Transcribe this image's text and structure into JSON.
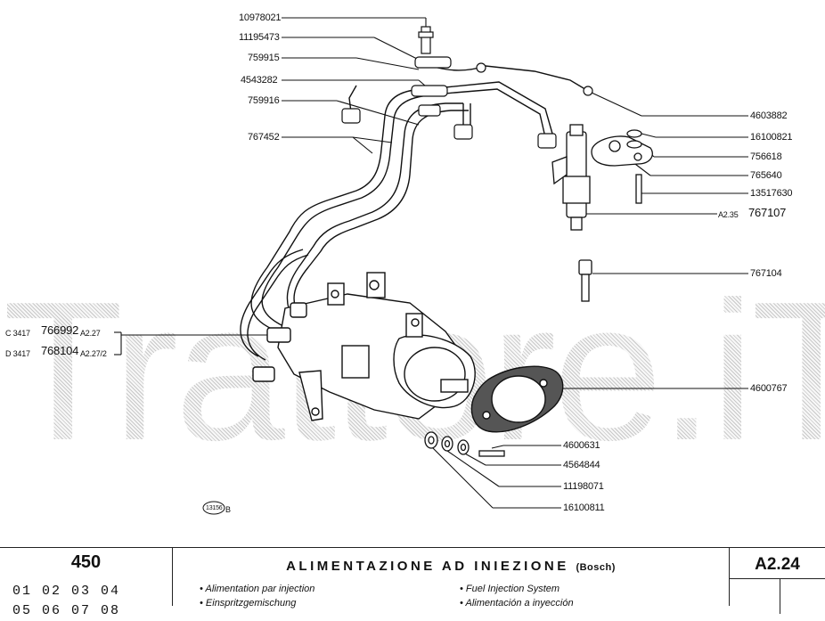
{
  "watermark": "Trattore.iT",
  "labels": {
    "p1": "10978021",
    "p2": "11195473",
    "p3": "759915",
    "p4": "4543282",
    "p5": "759916",
    "p6": "767452",
    "p7": "4603882",
    "p8": "16100821",
    "p9": "756618",
    "p10": "765640",
    "p11": "13517630",
    "p12_ref": "A2.35",
    "p12": "767107",
    "p13": "767104",
    "p14": "4600767",
    "p15": "4600631",
    "p16": "4564844",
    "p17": "11198071",
    "p18": "16100811",
    "c_prefix": "C 3417",
    "c_part": "766992",
    "c_ref": "A2.27",
    "d_prefix": "D 3417",
    "d_part": "768104",
    "d_ref": "A2.27/2",
    "figure_no": "13156",
    "figure_suffix": "B"
  },
  "footer": {
    "model": "450",
    "model_codes_1": "01 02 03 04",
    "model_codes_2": "05 06 07 08",
    "title": "ALIMENTAZIONE AD INIEZIONE",
    "title_sub": "(Bosch)",
    "fr": "• Alimentation par injection",
    "de": "• Einspritzgemischung",
    "en": "• Fuel Injection System",
    "es": "• Alimentación a inyección",
    "code": "A2.24"
  }
}
